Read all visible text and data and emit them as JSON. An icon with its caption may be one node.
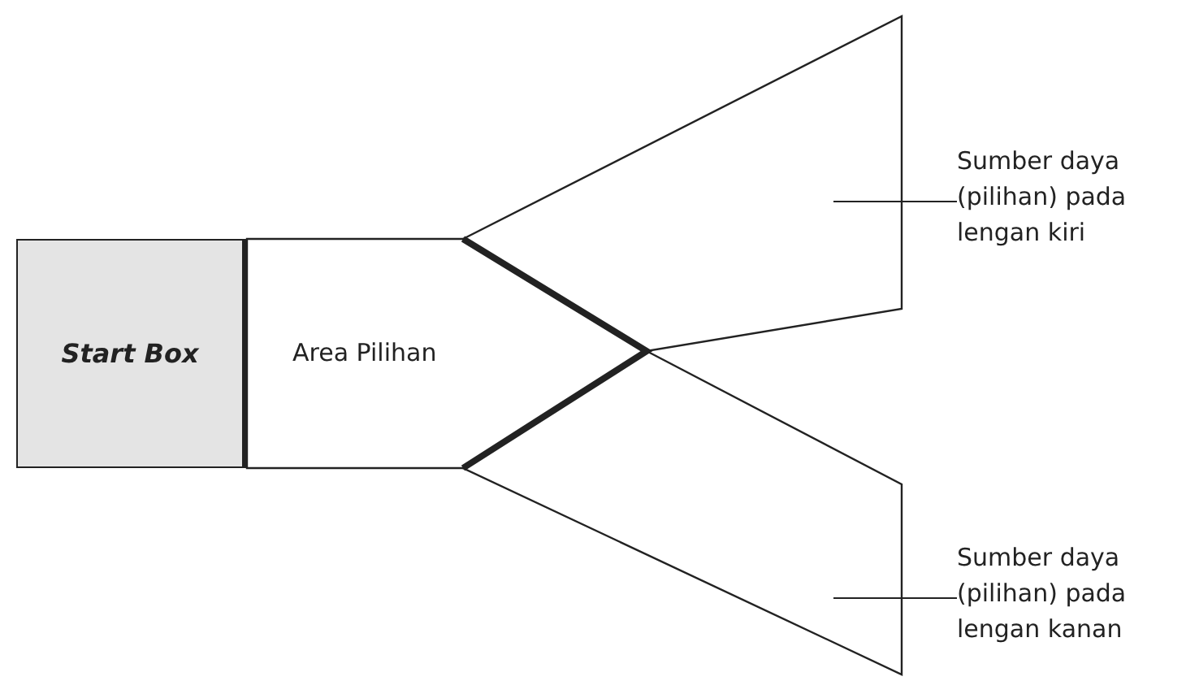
{
  "diagram": {
    "nodes": [
      {
        "text": [
          "Start Box"
        ]
      },
      {
        "text": [
          "Area Pilihan"
        ]
      },
      {
        "text": [],
        "shape": "box"
      },
      {
        "text": [
          "Sumber daya (pilihan) pada lengan kiri"
        ]
      },
      {
        "text": [],
        "shape": "box"
      },
      {
        "text": [
          "Sumber daya (pilihan) pada lengan kanan"
        ]
      }
    ],
    "edges": [
      {
        "from": 3,
        "to": 2,
        "arrow": "none"
      },
      {
        "from": 5,
        "to": 4,
        "arrow": "none"
      }
    ]
  }
}
